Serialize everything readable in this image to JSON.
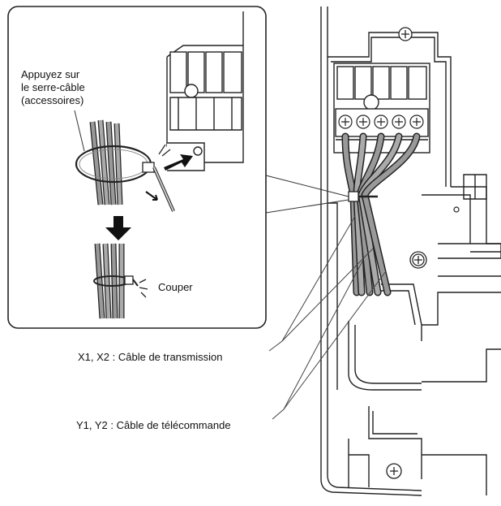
{
  "inset": {
    "instruction_line1": "Appuyez sur",
    "instruction_line2": "le serre-câble",
    "instruction_line3": "(accessoires)",
    "cut_label": "Couper"
  },
  "callouts": {
    "transmission": "X1, X2 : Câble de transmission",
    "remote": "Y1, Y2 : Câble de télécommande"
  },
  "terminal_block": {
    "terminal_count": 5
  }
}
